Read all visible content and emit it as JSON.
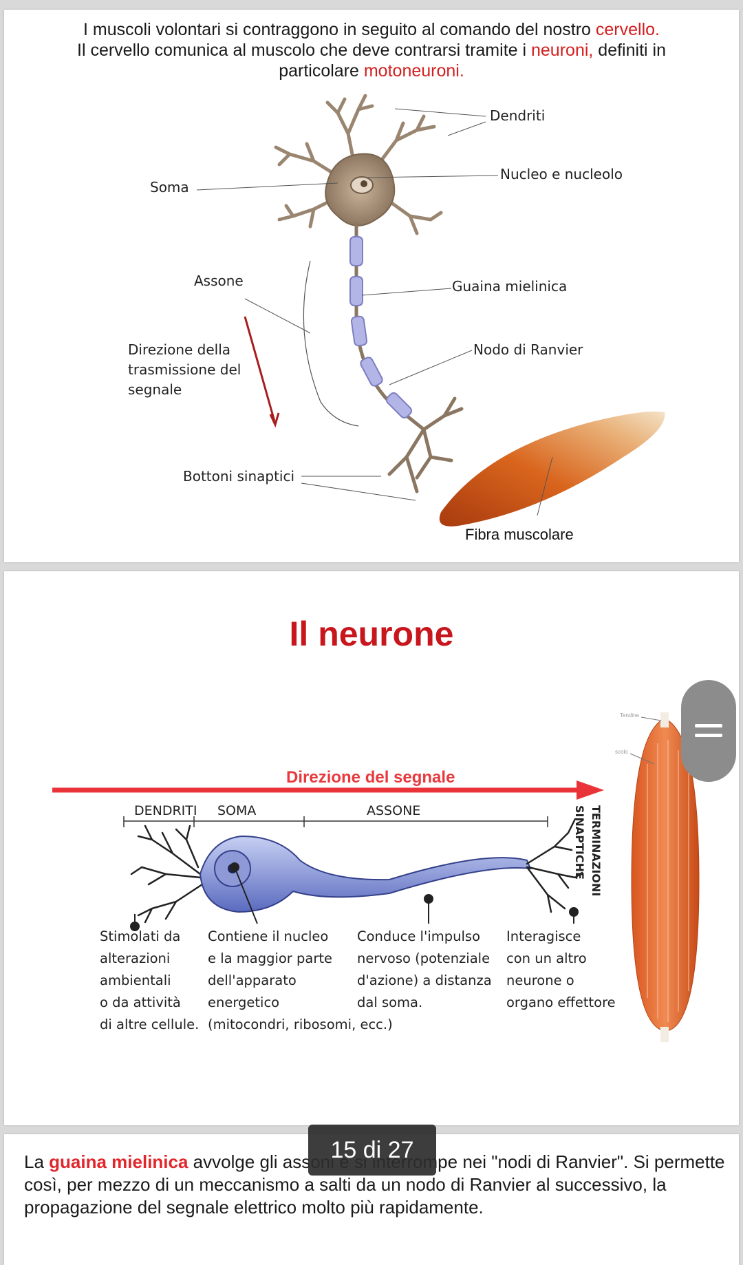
{
  "slide1": {
    "intro_l1_a": "I muscoli volontari si contraggono in seguito al comando del nostro ",
    "intro_l1_red": "cervello.",
    "intro_l2_a": "Il cervello comunica al muscolo che deve contrarsi tramite i ",
    "intro_l2_red": "neuroni,",
    "intro_l2_b": " definiti in",
    "intro_l3_a": "particolare ",
    "intro_l3_red": "motoneuroni.",
    "labels": {
      "dendriti": "Dendriti",
      "nucleo": "Nucleo e nucleolo",
      "soma": "Soma",
      "assone": "Assone",
      "guaina": "Guaina mielinica",
      "direzione_1": "Direzione della",
      "direzione_2": "trasmissione del",
      "direzione_3": "segnale",
      "nodo": "Nodo di Ranvier",
      "bottoni": "Bottoni sinaptici",
      "fibra": "Fibra muscolare"
    },
    "colors": {
      "accent_red": "#d41f1f",
      "arrow": "#a81c1c"
    }
  },
  "slide2": {
    "title": "Il neurone",
    "direction_label": "Direzione del segnale",
    "headers": {
      "dendriti": "DENDRITI",
      "soma": "SOMA",
      "assone": "ASSONE"
    },
    "terminazioni_1": "TERMINAZIONI",
    "terminazioni_2": "SINAPTICHE",
    "muscle_tiny_1": "Tendine",
    "muscle_tiny_2": "scolo",
    "desc_dendriti": [
      "Stimolati da",
      "alterazioni",
      "ambientali",
      "o da attività",
      "di altre cellule."
    ],
    "desc_soma": [
      "Contiene il nucleo",
      "e la maggior parte",
      "dell'apparato",
      "energetico",
      "(mitocondri, ribosomi, ecc.)"
    ],
    "desc_assone": [
      "Conduce l'impulso",
      "nervoso (potenziale",
      "d'azione) a distanza",
      "dal soma."
    ],
    "desc_terminazioni": [
      "Interagisce",
      "con un altro",
      "neurone o",
      "organo effettore"
    ],
    "colors": {
      "title": "#c8161d",
      "direction": "#e8393d"
    }
  },
  "slide3": {
    "text_a": "La ",
    "text_bold": "guaina mielinica",
    "text_b": " avvolge gli assoni e si interrompe nei \"nodi di Ranvier\". Si permette così, per mezzo di un meccanismo a salti da un nodo di Ranvier al successivo, la propagazione del segnale elettrico molto più rapidamente."
  },
  "viewer": {
    "page_indicator": "15 di 27",
    "scroll_icon": "drag-handle-icon"
  }
}
